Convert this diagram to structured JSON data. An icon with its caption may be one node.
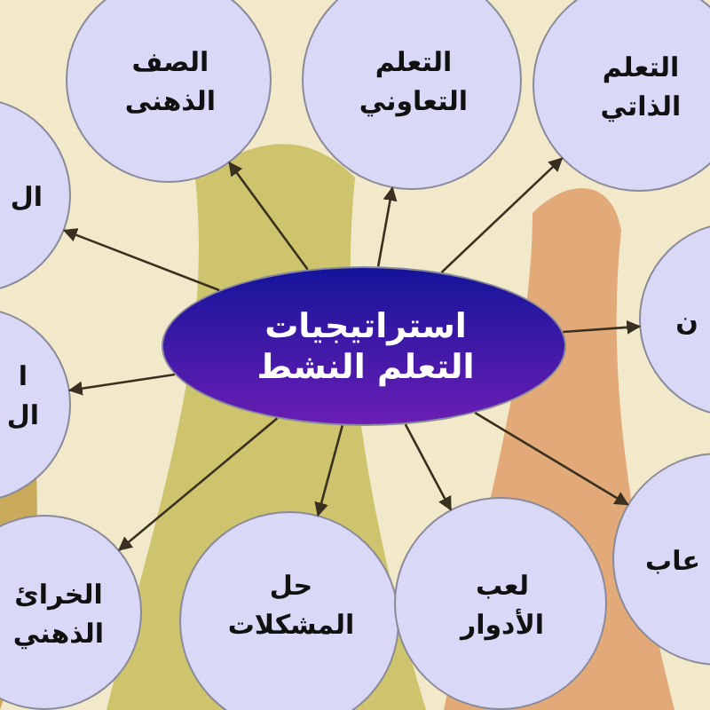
{
  "diagram": {
    "nodes": [
      {
        "text": [
          "استراتيجيات التعلم النشط"
        ]
      },
      {
        "text": [
          "الصف الذهنى"
        ]
      },
      {
        "text": [
          "التعلم التعاوني"
        ]
      },
      {
        "text": [
          "التعلم الذاتي"
        ]
      },
      {
        "text": [
          "ال"
        ]
      },
      {
        "text": [
          "ا ال"
        ]
      },
      {
        "text": [
          "ن"
        ]
      },
      {
        "text": [
          "الخرائ الذهني"
        ]
      },
      {
        "text": [
          "حل المشكلات"
        ]
      },
      {
        "text": [
          "لعب الأدوار"
        ]
      },
      {
        "text": [
          "عاب"
        ]
      }
    ],
    "edges": [
      {
        "from": 0,
        "to": 1,
        "arrow": "to"
      },
      {
        "from": 0,
        "to": 2,
        "arrow": "to"
      },
      {
        "from": 0,
        "to": 3,
        "arrow": "to"
      },
      {
        "from": 0,
        "to": 4,
        "arrow": "to"
      },
      {
        "from": 0,
        "to": 5,
        "arrow": "to"
      },
      {
        "from": 0,
        "to": 6,
        "arrow": "to"
      },
      {
        "from": 0,
        "to": 7,
        "arrow": "to"
      },
      {
        "from": 0,
        "to": 8,
        "arrow": "to"
      },
      {
        "from": 0,
        "to": 9,
        "arrow": "to"
      },
      {
        "from": 0,
        "to": 10,
        "arrow": "to"
      }
    ]
  }
}
